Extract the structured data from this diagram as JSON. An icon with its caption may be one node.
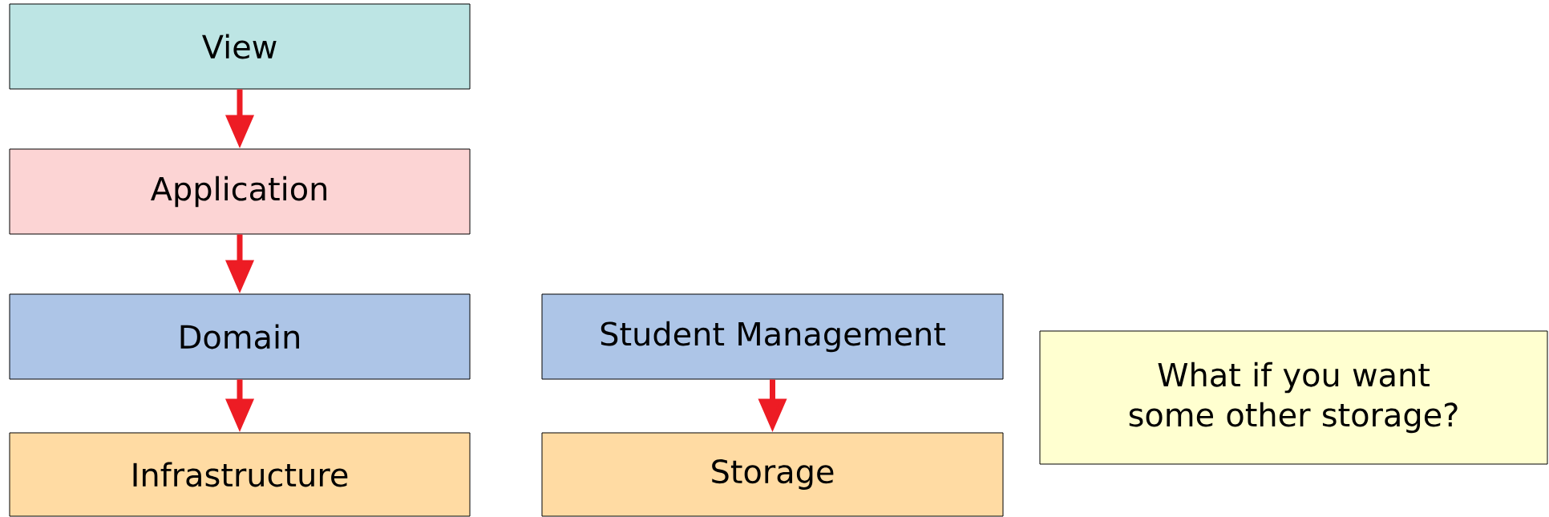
{
  "diagram": {
    "nodes": [
      {
        "text": [
          "View"
        ]
      },
      {
        "text": [
          "Application"
        ]
      },
      {
        "text": [
          "Domain"
        ]
      },
      {
        "text": [
          "Infrastructure"
        ]
      },
      {
        "text": [
          "Student Management"
        ]
      },
      {
        "text": [
          "Storage"
        ]
      },
      {
        "text": [
          "What if you want some other storage?"
        ]
      }
    ],
    "edges": [
      {
        "from": 0,
        "to": 1,
        "arrow": "to"
      },
      {
        "from": 1,
        "to": 2,
        "arrow": "to"
      },
      {
        "from": 2,
        "to": 3,
        "arrow": "to"
      },
      {
        "from": 4,
        "to": 5,
        "arrow": "to"
      }
    ]
  }
}
